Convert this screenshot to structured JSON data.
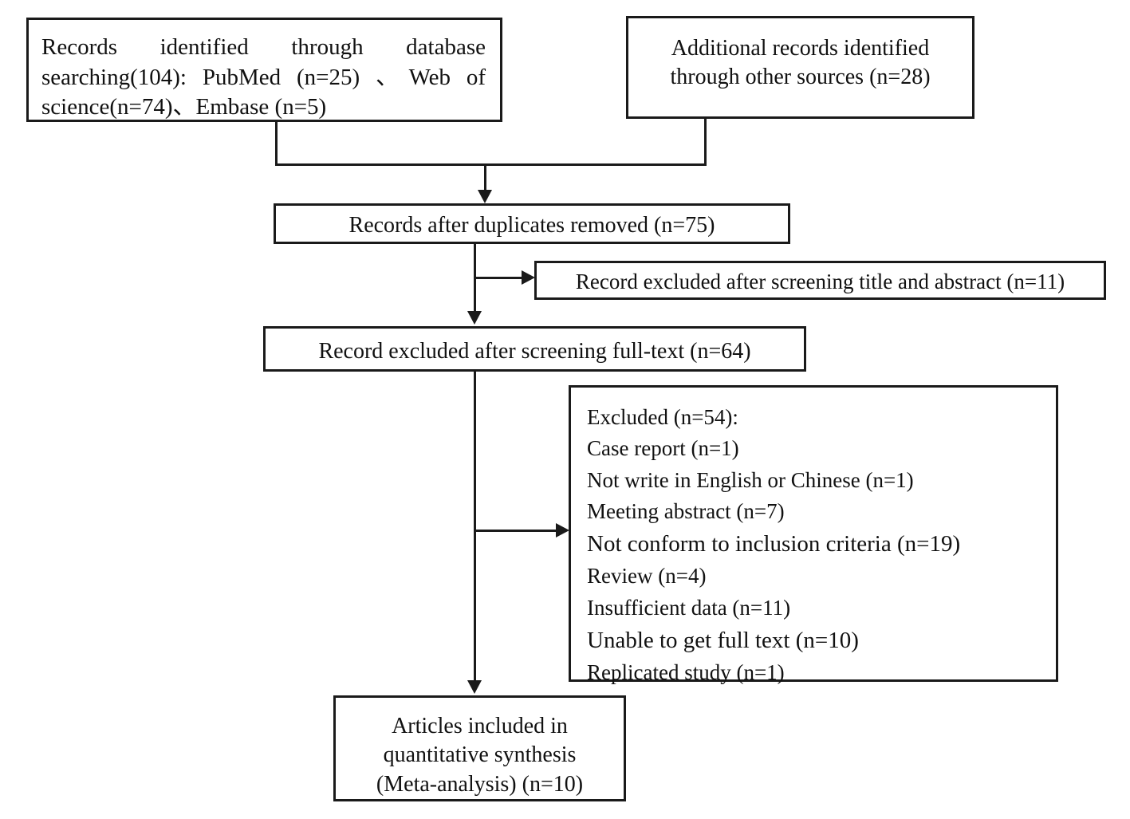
{
  "diagram": {
    "type": "prisma-flow-diagram",
    "title": "",
    "background_color": "#ffffff",
    "line_color": "#1a1a1a",
    "text_color": "#111111"
  },
  "nodes": {
    "database_search": {
      "text": "Records identified through database searching(104): PubMed (n=25) 、Web of science(n=74)、Embase (n=5)"
    },
    "other_sources": {
      "text": "Additional records identified through other sources (n=28)"
    },
    "duplicates_removed": {
      "text": "Records after duplicates removed (n=75)"
    },
    "excluded_title_abstract": {
      "text": "Record excluded after screening title and abstract (n=11)"
    },
    "excluded_fulltext": {
      "text": "Record excluded after screening full-text (n=64)"
    },
    "exclusion_reasons": {
      "heading": "Excluded (n=54):",
      "items": [
        "Case report (n=1)",
        "Not write in English or Chinese (n=1)",
        "Meeting abstract (n=7)",
        "Not conform to inclusion criteria (n=19)",
        "Review (n=4)",
        "Insufficient data (n=11)",
        "Unable to get full text (n=10)",
        "Replicated study (n=1)"
      ]
    },
    "included": {
      "text": "Articles included in\nquantitative synthesis\n(Meta-analysis) (n=10)"
    }
  },
  "counts": {
    "database_total": 104,
    "pubmed": 25,
    "web_of_science": 74,
    "embase": 5,
    "other_sources": 28,
    "after_duplicates": 75,
    "excluded_title_abstract": 11,
    "excluded_fulltext": 64,
    "excluded_total": 54,
    "case_report": 1,
    "not_english_or_chinese": 1,
    "meeting_abstract": 7,
    "not_conform_inclusion": 19,
    "review": 4,
    "insufficient_data": 11,
    "unable_full_text": 10,
    "replicated_study": 1,
    "included_meta_analysis": 10
  }
}
